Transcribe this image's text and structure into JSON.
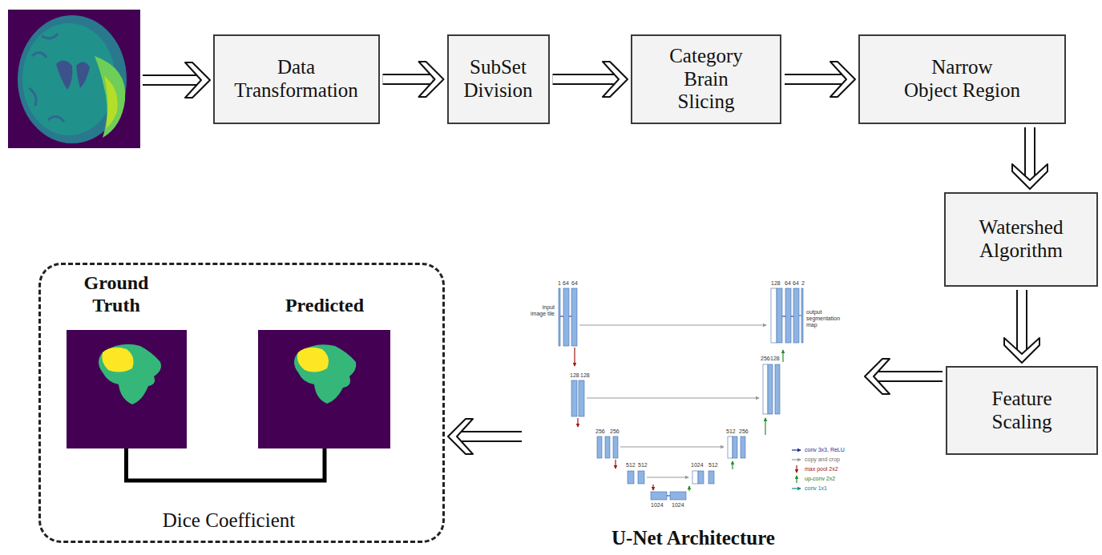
{
  "diagram": {
    "nodes": [
      {
        "text": [
          "Data Transformation"
        ]
      },
      {
        "text": [
          "SubSet Division"
        ]
      },
      {
        "text": [
          "Category Brain Slicing"
        ]
      },
      {
        "text": [
          "Narrow Object Region"
        ]
      },
      {
        "text": [
          "Watershed Algorithm"
        ]
      },
      {
        "text": [
          "Feature Scaling"
        ]
      },
      {
        "text": [
          "U-Net Architecture"
        ]
      },
      {
        "text": [
          "Dice Coefficient"
        ]
      },
      {
        "text": [
          "Ground Truth"
        ],
        "in": 7
      },
      {
        "text": [
          "Predicted"
        ],
        "in": 7
      }
    ],
    "edges": [
      {
        "from": 0,
        "to": 1,
        "arrow": "to"
      },
      {
        "from": 1,
        "to": 2,
        "arrow": "to"
      },
      {
        "from": 2,
        "to": 3,
        "arrow": "to"
      },
      {
        "from": 3,
        "to": 4,
        "arrow": "to"
      },
      {
        "from": 4,
        "to": 5,
        "arrow": "to"
      },
      {
        "from": 5,
        "to": 6,
        "arrow": "to"
      },
      {
        "from": 6,
        "to": 7,
        "arrow": "to"
      },
      {
        "from": 8,
        "to": 9,
        "arrow": "none"
      }
    ],
    "labels": [
      "1",
      "64",
      "64",
      "input image tile",
      "128",
      "64",
      "64",
      "2",
      "output segmentation map",
      "128",
      "128",
      "256",
      "128",
      "256",
      "256",
      "512",
      "256",
      "512",
      "512",
      "1024",
      "512",
      "1024",
      "1024"
    ],
    "legend": [
      {
        "text": "conv 3x3, ReLU"
      },
      {
        "text": "copy and crop"
      },
      {
        "text": "max pool 2x2"
      },
      {
        "text": "up-conv 2x2"
      },
      {
        "text": "conv 1x1"
      }
    ]
  }
}
